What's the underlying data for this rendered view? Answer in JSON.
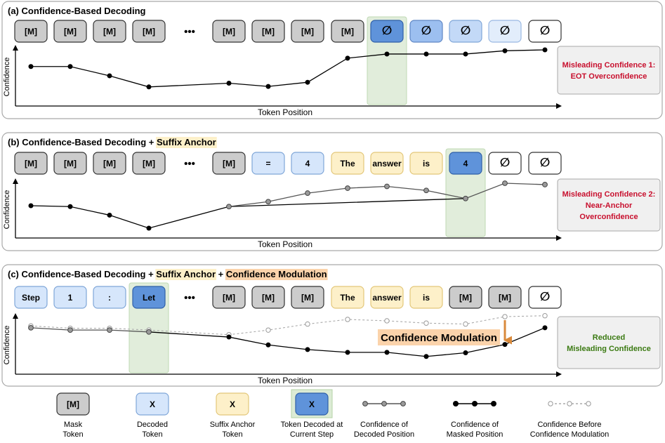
{
  "panels": [
    {
      "title_parts": [
        {
          "text": "(a) Confidence-Based Decoding",
          "hl": ""
        }
      ],
      "tokens": [
        {
          "label": "[M]",
          "type": "mask"
        },
        {
          "label": "[M]",
          "type": "mask"
        },
        {
          "label": "[M]",
          "type": "mask"
        },
        {
          "label": "[M]",
          "type": "mask"
        },
        {
          "label": "•••",
          "type": "dots"
        },
        {
          "label": "[M]",
          "type": "mask"
        },
        {
          "label": "[M]",
          "type": "mask"
        },
        {
          "label": "[M]",
          "type": "mask"
        },
        {
          "label": "[M]",
          "type": "mask"
        },
        {
          "label": "∅",
          "type": "current"
        },
        {
          "label": "∅",
          "type": "eot1"
        },
        {
          "label": "∅",
          "type": "eot2"
        },
        {
          "label": "∅",
          "type": "eot3"
        },
        {
          "label": "∅",
          "type": "eot4"
        }
      ],
      "highlight_token": 9,
      "ylabel": "Confidence",
      "xlabel": "Token Position",
      "series": [
        {
          "kind": "masked",
          "x": [
            0,
            1,
            2,
            3,
            5,
            6,
            7,
            8,
            9,
            10,
            11,
            12,
            13
          ],
          "y": [
            0.64,
            0.64,
            0.44,
            0.2,
            0.28,
            0.21,
            0.3,
            0.82,
            0.91,
            0.91,
            0.91,
            0.98,
            1.0
          ]
        },
        {
          "kind": "decoded",
          "x": [],
          "y": []
        },
        {
          "kind": "before",
          "x": [],
          "y": []
        }
      ],
      "note": {
        "lines": [
          "Misleading Confidence 1:",
          "EOT Overconfidence"
        ],
        "color": "#c8102e"
      }
    },
    {
      "title_parts": [
        {
          "text": "(b) Confidence-Based Decoding + ",
          "hl": ""
        },
        {
          "text": "Suffix Anchor",
          "hl": "yellow"
        }
      ],
      "tokens": [
        {
          "label": "[M]",
          "type": "mask"
        },
        {
          "label": "[M]",
          "type": "mask"
        },
        {
          "label": "[M]",
          "type": "mask"
        },
        {
          "label": "[M]",
          "type": "mask"
        },
        {
          "label": "•••",
          "type": "dots"
        },
        {
          "label": "[M]",
          "type": "mask"
        },
        {
          "label": "=",
          "type": "decoded"
        },
        {
          "label": "4",
          "type": "decoded"
        },
        {
          "label": "The",
          "type": "anchor"
        },
        {
          "label": "answer",
          "type": "anchor"
        },
        {
          "label": "is",
          "type": "anchor"
        },
        {
          "label": "4",
          "type": "current"
        },
        {
          "label": "∅",
          "type": "eot"
        },
        {
          "label": "∅",
          "type": "eot"
        }
      ],
      "highlight_token": 11,
      "ylabel": "Confidence",
      "xlabel": "Token Position",
      "series": [
        {
          "kind": "masked",
          "x": [
            0,
            1,
            2,
            3,
            5,
            11
          ],
          "y": [
            0.5,
            0.48,
            0.29,
            0.0,
            0.48,
            0.66
          ]
        },
        {
          "kind": "decoded",
          "x": [
            5,
            6,
            7,
            8,
            9,
            10,
            11,
            12,
            13
          ],
          "y": [
            0.48,
            0.59,
            0.78,
            0.89,
            0.93,
            0.84,
            0.66,
            1.0,
            0.97
          ]
        },
        {
          "kind": "before",
          "x": [],
          "y": []
        }
      ],
      "note": {
        "lines": [
          "Misleading Confidence 2:",
          "Near-Anchor",
          "Overconfidence"
        ],
        "color": "#c8102e"
      }
    },
    {
      "title_parts": [
        {
          "text": "(c) Confidence-Based Decoding + ",
          "hl": ""
        },
        {
          "text": "Suffix Anchor",
          "hl": "yellow"
        },
        {
          "text": " + ",
          "hl": ""
        },
        {
          "text": "Confidence Modulation",
          "hl": "orange"
        }
      ],
      "tokens": [
        {
          "label": "Step",
          "type": "decoded"
        },
        {
          "label": "1",
          "type": "decoded"
        },
        {
          "label": ":",
          "type": "decoded"
        },
        {
          "label": "Let",
          "type": "current"
        },
        {
          "label": "•••",
          "type": "dots"
        },
        {
          "label": "[M]",
          "type": "mask"
        },
        {
          "label": "[M]",
          "type": "mask"
        },
        {
          "label": "[M]",
          "type": "mask"
        },
        {
          "label": "The",
          "type": "anchor"
        },
        {
          "label": "answer",
          "type": "anchor"
        },
        {
          "label": "is",
          "type": "anchor"
        },
        {
          "label": "[M]",
          "type": "mask"
        },
        {
          "label": "[M]",
          "type": "mask"
        },
        {
          "label": "∅",
          "type": "eot"
        }
      ],
      "highlight_token": 3,
      "ylabel": "Confidence",
      "xlabel": "Token Position",
      "series": [
        {
          "kind": "masked",
          "x": [
            3,
            5,
            6,
            7,
            8,
            9,
            10,
            11,
            12,
            13
          ],
          "y": [
            0.7,
            0.59,
            0.42,
            0.32,
            0.26,
            0.26,
            0.17,
            0.25,
            0.43,
            0.79
          ]
        },
        {
          "kind": "decoded",
          "x": [
            0,
            1,
            2,
            3
          ],
          "y": [
            0.79,
            0.74,
            0.74,
            0.7
          ]
        },
        {
          "kind": "before",
          "x": [
            0,
            1,
            2,
            3,
            5,
            6,
            7,
            8,
            9,
            10,
            11,
            12,
            13
          ],
          "y": [
            0.83,
            0.78,
            0.78,
            0.74,
            0.64,
            0.74,
            0.87,
            0.97,
            0.94,
            0.89,
            0.87,
            1.03,
            1.05
          ]
        }
      ],
      "modulation_label": "Confidence Modulation",
      "modulation_at": 12,
      "note": {
        "lines": [
          "Reduced",
          "Misleading Confidence"
        ],
        "color": "#3b7a12"
      }
    }
  ],
  "legend": [
    {
      "kind": "box",
      "box_type": "mask",
      "label": "[M]",
      "caption": [
        "Mask",
        "Token"
      ]
    },
    {
      "kind": "box",
      "box_type": "decoded",
      "label": "X",
      "caption": [
        "Decoded",
        "Token"
      ]
    },
    {
      "kind": "box",
      "box_type": "anchor",
      "label": "X",
      "caption": [
        "Suffix Anchor",
        "Token"
      ]
    },
    {
      "kind": "box",
      "box_type": "current",
      "label": "X",
      "caption": [
        "Token Decoded at",
        "Current Step"
      ]
    },
    {
      "kind": "line",
      "line_type": "decoded",
      "caption": [
        "Confidence of",
        "Decoded Position"
      ]
    },
    {
      "kind": "line",
      "line_type": "masked",
      "caption": [
        "Confidence of",
        "Masked Position"
      ]
    },
    {
      "kind": "line",
      "line_type": "before",
      "caption": [
        "Confidence Before",
        "Confidence Modulation"
      ]
    }
  ],
  "colors": {
    "mask_fill": "#cccccc",
    "decoded_fill": "#d6e6fb",
    "anchor_fill": "#fdf0c9",
    "current_fill": "#5f93da",
    "highlight_fill": "#dcebd5",
    "highlight_stroke": "#b5d3a6",
    "title_yellow": "#fdf0c9",
    "title_orange": "#fbd3ab",
    "modulation_arrow": "#d98a3c",
    "panel_stroke": "#a9a9a9",
    "note_fill": "#f0f0f0"
  }
}
